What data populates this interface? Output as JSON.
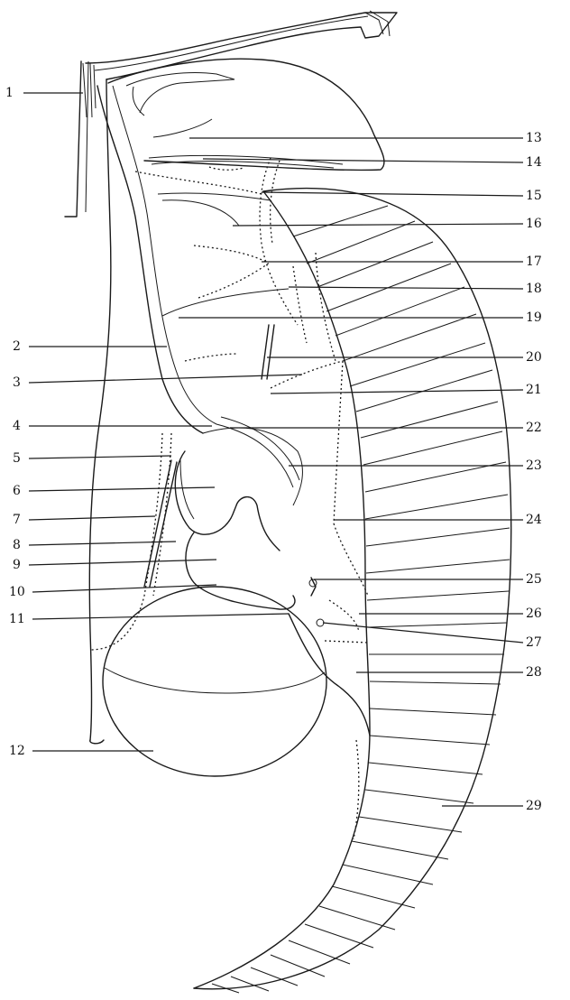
{
  "diagram": {
    "labels": [
      "1",
      "2",
      "3",
      "4",
      "5",
      "6",
      "7",
      "8",
      "9",
      "10",
      "11",
      "12",
      "13",
      "14",
      "15",
      "16",
      "17",
      "18",
      "19",
      "20",
      "21",
      "22",
      "23",
      "24",
      "25",
      "26",
      "27",
      "28",
      "29"
    ]
  },
  "colors": {
    "ink": "#1a1a1a",
    "paper": "#ffffff"
  }
}
